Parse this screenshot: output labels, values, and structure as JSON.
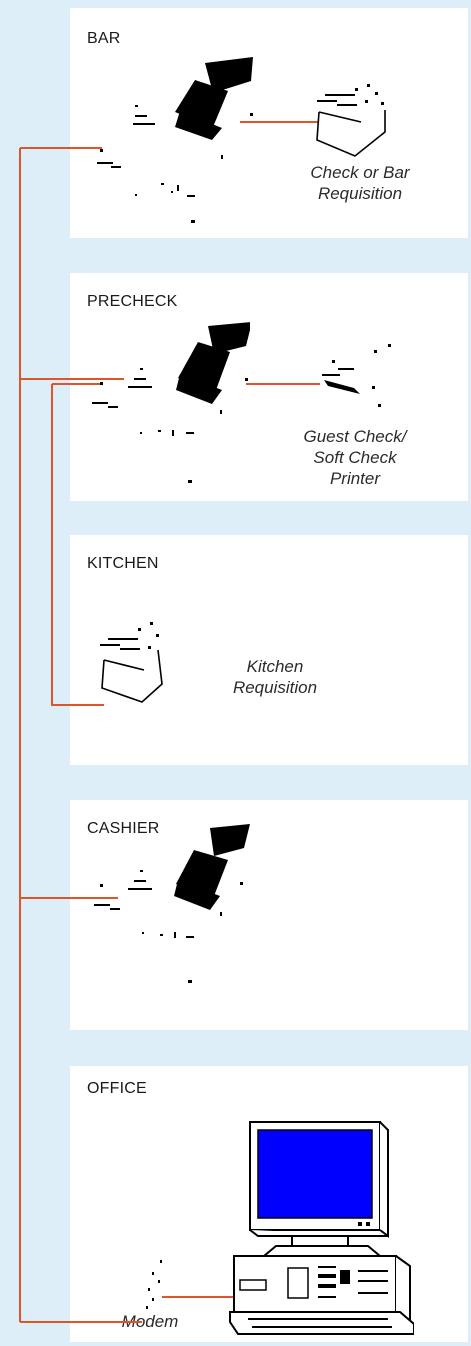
{
  "stations": [
    {
      "title": "BAR",
      "caption": [
        "Check or Bar",
        "Requisition"
      ]
    },
    {
      "title": "PRECHECK",
      "caption": [
        "Guest Check/",
        "Soft Check",
        "Printer"
      ]
    },
    {
      "title": "KITCHEN",
      "caption": [
        "Kitchen",
        "Requisition"
      ]
    },
    {
      "title": "CASHIER",
      "caption": []
    },
    {
      "title": "OFFICE",
      "caption": [
        "Modem"
      ]
    }
  ],
  "colors": {
    "background": "#ddeef8",
    "panel": "#ffffff",
    "wire": "#e0542c",
    "screen": "#0000ff",
    "ink": "#000000"
  },
  "icons": [
    "pos-terminal-icon",
    "printer-icon",
    "slip-printer-icon",
    "computer-icon",
    "modem-icon"
  ]
}
